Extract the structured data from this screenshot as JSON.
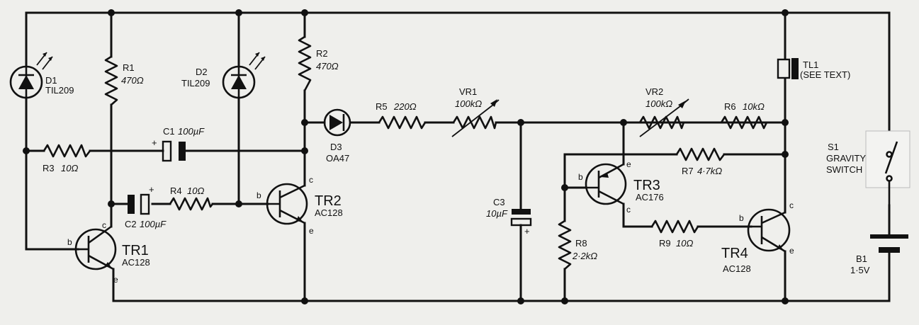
{
  "components": {
    "d1": {
      "ref": "D1",
      "value": "TIL209"
    },
    "d2": {
      "ref": "D2",
      "value": "TIL209"
    },
    "d3": {
      "ref": "D3",
      "value": "OA47"
    },
    "r1": {
      "ref": "R1",
      "value": "470Ω"
    },
    "r2": {
      "ref": "R2",
      "value": "470Ω"
    },
    "r3": {
      "ref": "R3",
      "value": "10Ω"
    },
    "r4": {
      "ref": "R4",
      "value": "10Ω"
    },
    "r5": {
      "ref": "R5",
      "value": "220Ω"
    },
    "r6": {
      "ref": "R6",
      "value": "10kΩ"
    },
    "r7": {
      "ref": "R7",
      "value": "4·7kΩ"
    },
    "r8": {
      "ref": "R8",
      "value": "2·2kΩ"
    },
    "r9": {
      "ref": "R9",
      "value": "10Ω"
    },
    "vr1": {
      "ref": "VR1",
      "value": "100kΩ"
    },
    "vr2": {
      "ref": "VR2",
      "value": "100kΩ"
    },
    "c1": {
      "ref": "C1",
      "value": "100µF"
    },
    "c2": {
      "ref": "C2",
      "value": "100µF"
    },
    "c3": {
      "ref": "C3",
      "value": "10µF"
    },
    "tr1": {
      "ref": "TR1",
      "value": "AC128"
    },
    "tr2": {
      "ref": "TR2",
      "value": "AC128"
    },
    "tr3": {
      "ref": "TR3",
      "value": "AC176"
    },
    "tr4": {
      "ref": "TR4",
      "value": "AC128"
    },
    "tl1": {
      "ref": "TL1",
      "value": "(SEE TEXT)"
    },
    "s1": {
      "ref": "S1",
      "line1": "GRAVITY",
      "line2": "SWITCH"
    },
    "b1": {
      "ref": "B1",
      "value": "1·5V"
    }
  },
  "pins": {
    "b": "b",
    "c": "c",
    "e": "e"
  },
  "polarity": {
    "plus": "+"
  }
}
